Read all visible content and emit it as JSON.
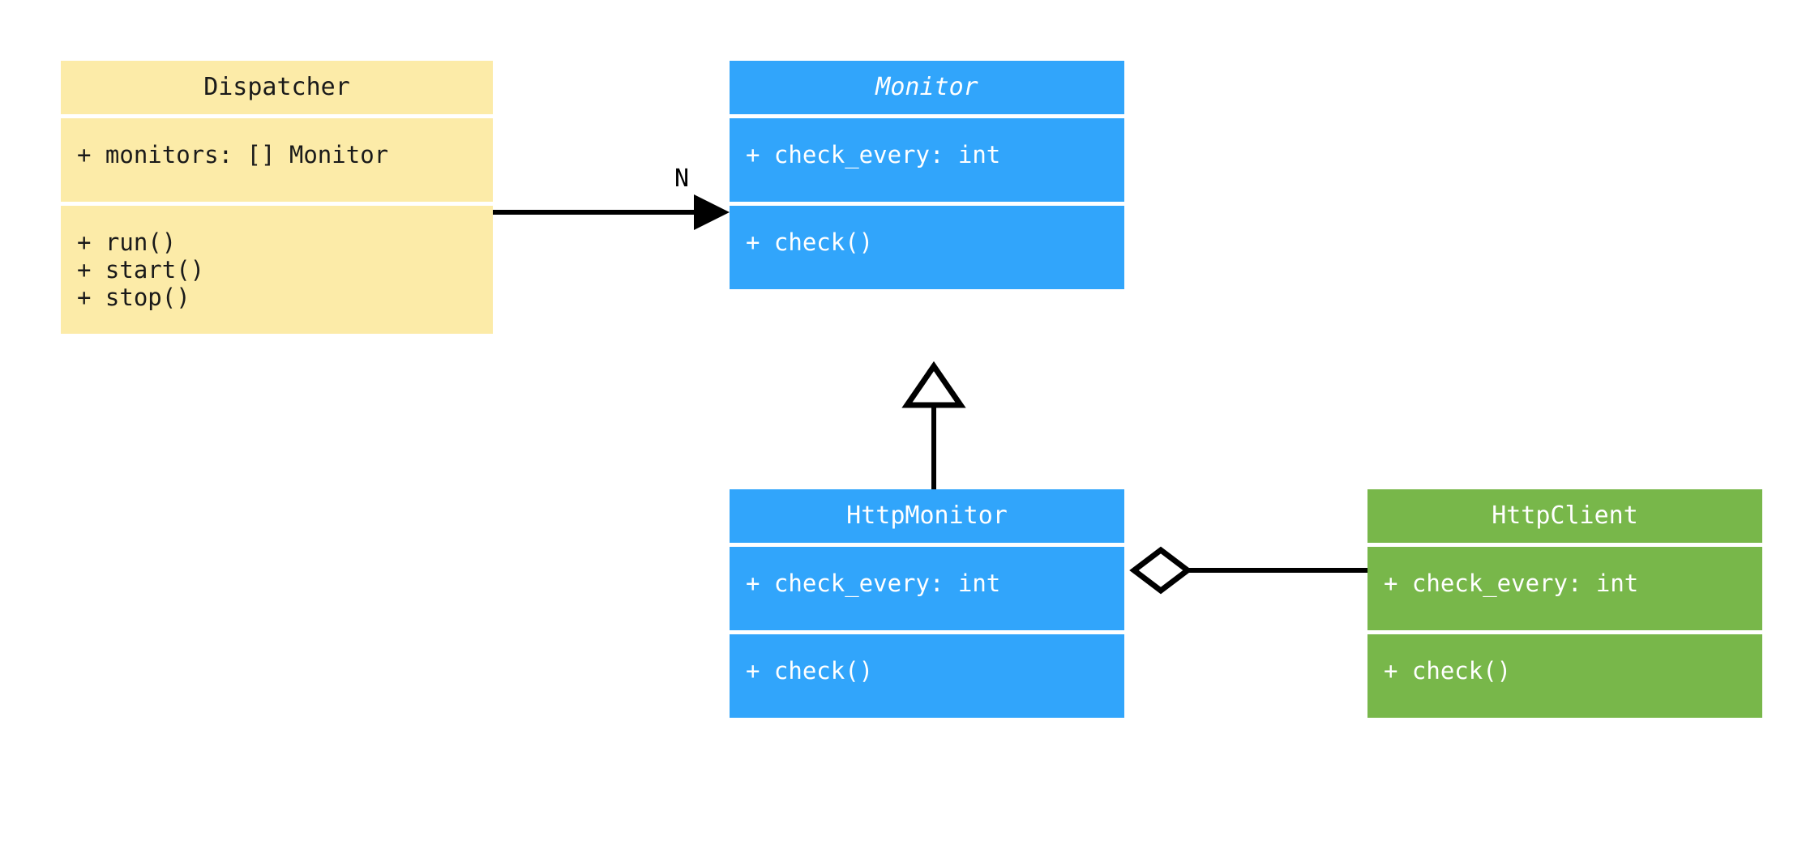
{
  "diagram": {
    "type": "uml-class-diagram",
    "background": "#ffffff",
    "palette": {
      "yellow": "#fceba8",
      "blue": "#31a5fb",
      "green": "#78b74a",
      "line": "#000000",
      "separator": "#ffffff"
    }
  },
  "classes": {
    "dispatcher": {
      "name": "Dispatcher",
      "abstract": false,
      "color": "#fceba8",
      "attributes": [
        "+ monitors: [] Monitor"
      ],
      "methods": [
        "+ run()",
        "+ start()",
        "+ stop()"
      ]
    },
    "monitor": {
      "name": "Monitor",
      "abstract": true,
      "color": "#31a5fb",
      "attributes": [
        "+ check_every: int"
      ],
      "methods": [
        "+ check()"
      ]
    },
    "http_monitor": {
      "name": "HttpMonitor",
      "abstract": false,
      "color": "#31a5fb",
      "attributes": [
        "+ check_every: int"
      ],
      "methods": [
        "+ check()"
      ]
    },
    "http_client": {
      "name": "HttpClient",
      "abstract": false,
      "color": "#78b74a",
      "attributes": [
        "+ check_every: int"
      ],
      "methods": [
        "+ check()"
      ]
    }
  },
  "relationships": [
    {
      "id": "dispatcher-to-monitor",
      "from": "Dispatcher",
      "to": "Monitor",
      "kind": "association",
      "arrow": "filled-triangle",
      "label": "N"
    },
    {
      "id": "httpmonitor-inherits-monitor",
      "from": "HttpMonitor",
      "to": "Monitor",
      "kind": "generalization",
      "arrow": "hollow-triangle",
      "label": ""
    },
    {
      "id": "httpmonitor-aggregates-httpclient",
      "from": "HttpMonitor",
      "to": "HttpClient",
      "kind": "aggregation",
      "arrow": "hollow-diamond",
      "label": ""
    }
  ],
  "labels": {
    "multiplicity_n": "N"
  }
}
